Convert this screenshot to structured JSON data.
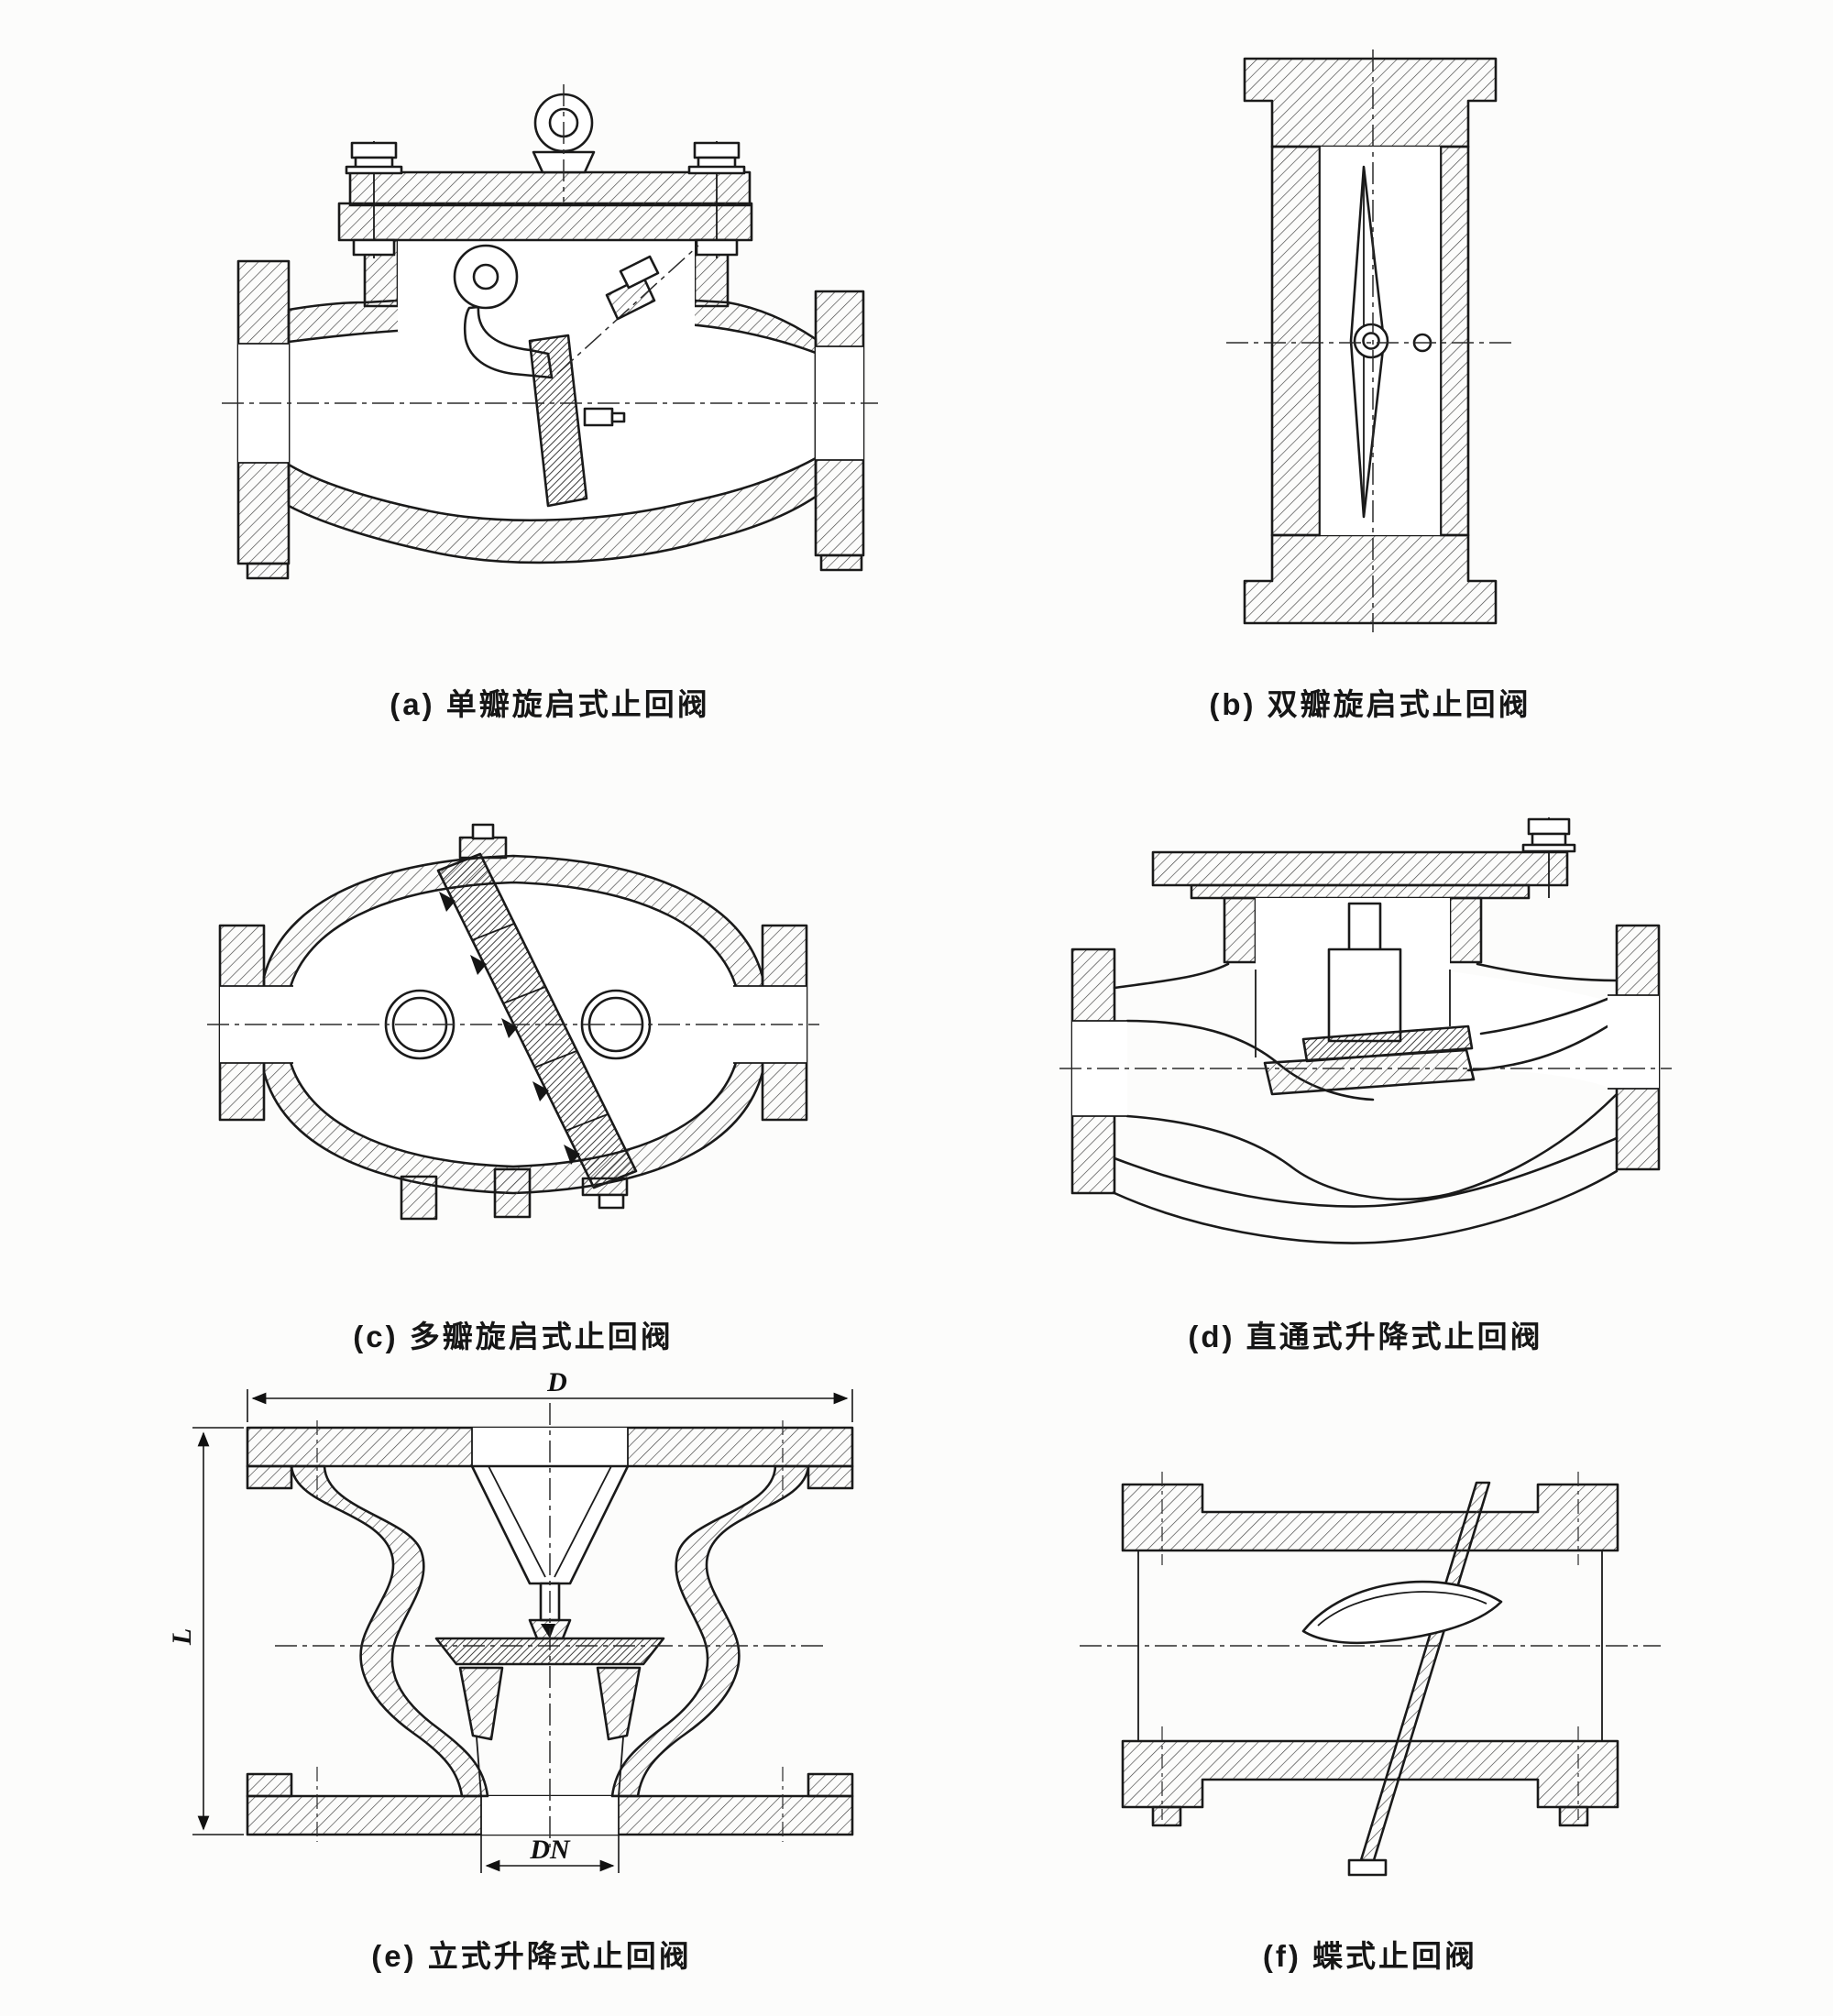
{
  "page": {
    "background": "#fcfcfb"
  },
  "figures": [
    {
      "id": "a",
      "caption": "(a) 单瓣旋启式止回阀"
    },
    {
      "id": "b",
      "caption": "(b) 双瓣旋启式止回阀"
    },
    {
      "id": "c",
      "caption": "(c) 多瓣旋启式止回阀"
    },
    {
      "id": "d",
      "caption": "(d) 直通式升降式止回阀"
    },
    {
      "id": "e",
      "caption": "(e) 立式升降式止回阀"
    },
    {
      "id": "f",
      "caption": "(f) 蝶式止回阀"
    }
  ],
  "dimension_labels": {
    "outer_diameter": "D",
    "length": "L",
    "nominal_bore": "DN"
  },
  "colors": {
    "line": "#1a1a1a",
    "hatch": "#3c3c3c",
    "background": "#fcfcfb"
  }
}
